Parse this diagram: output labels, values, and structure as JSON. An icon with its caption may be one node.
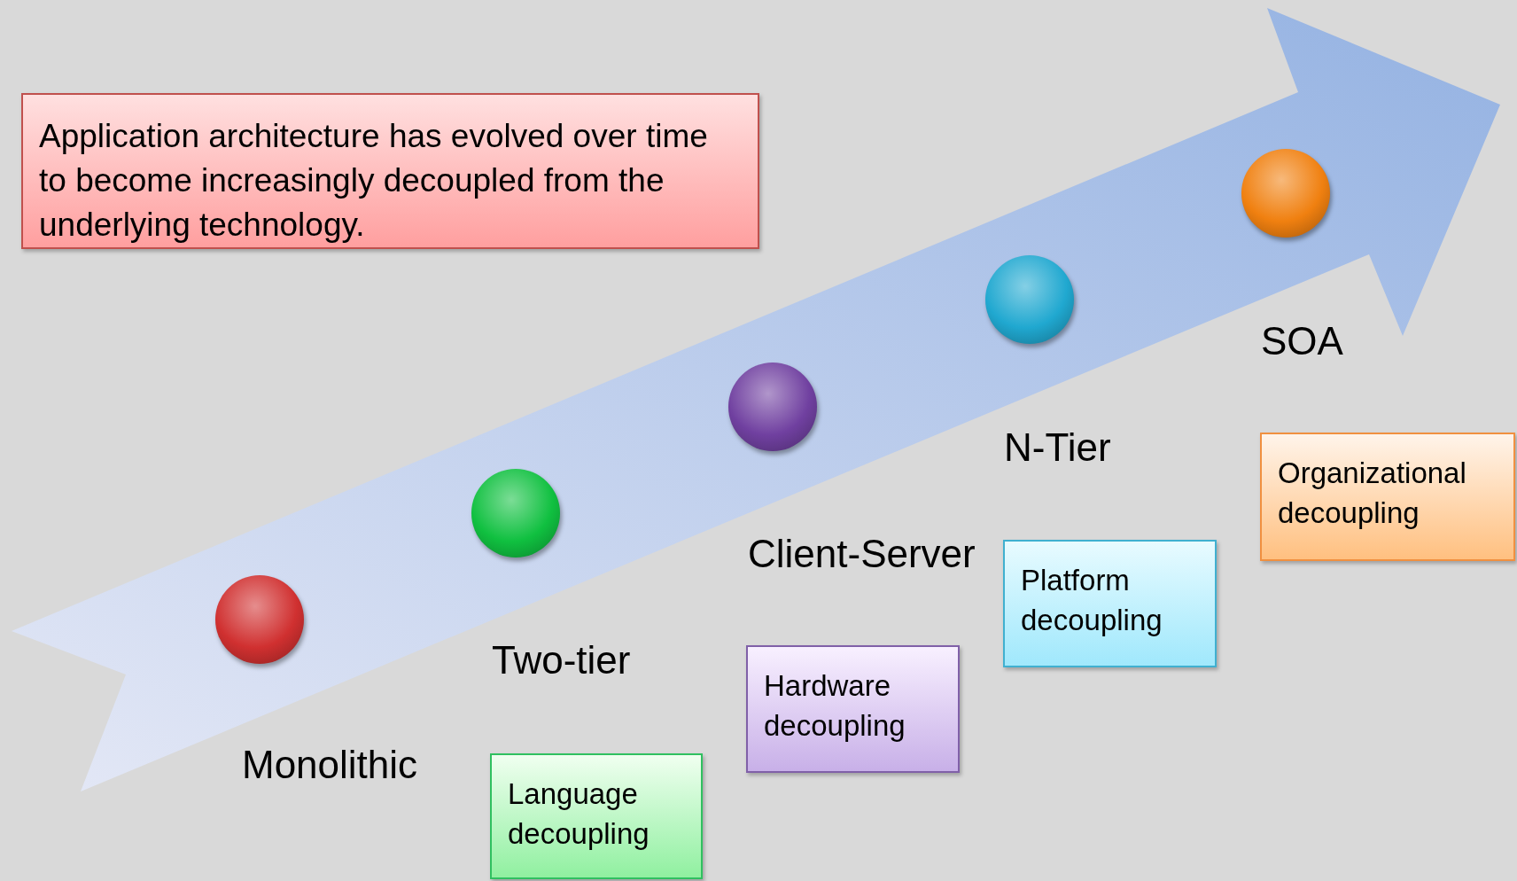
{
  "diagram": {
    "nodes": [
      {
        "text": [
          "Application architecture has evolved over time to become increasingly decoupled from the underlying technology."
        ]
      },
      {
        "text": [],
        "shape": "circle"
      },
      {
        "text": [],
        "shape": "circle"
      },
      {
        "text": [],
        "shape": "circle"
      },
      {
        "text": [],
        "shape": "circle"
      },
      {
        "text": [],
        "shape": "circle"
      },
      {
        "text": [
          "Language decoupling"
        ]
      },
      {
        "text": [
          "Hardware decoupling"
        ]
      },
      {
        "text": [
          "Platform decoupling"
        ]
      },
      {
        "text": [
          "Organizational decoupling"
        ]
      }
    ],
    "labels": [
      "SOA",
      "N-Tier",
      "Client-Server",
      "Two-tier",
      "Monolithic"
    ]
  }
}
